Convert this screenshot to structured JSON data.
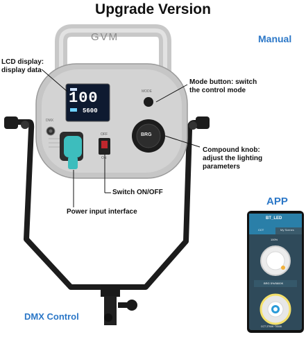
{
  "title": "Upgrade Version",
  "manual_label": "Manual",
  "app_label": "APP",
  "dmx_label": "DMX Control",
  "callouts": {
    "lcd": [
      "LCD display:",
      "display data"
    ],
    "mode": [
      "Mode button: switch",
      "the control mode"
    ],
    "knob": [
      "Compound knob:",
      "adjust the lighting",
      "parameters"
    ],
    "switch": "Switch ON/OFF",
    "power": "Power input interface"
  },
  "device": {
    "brand": "GVM",
    "lcd_brightness": "100",
    "lcd_temperature": "5600",
    "knob_label": "BRG",
    "mode_label": "MODE",
    "dmx_port_label": "DMX",
    "switch_off_label": "OFF",
    "switch_on_label": "ON"
  },
  "phone": {
    "title": "BT_LED",
    "tabs": [
      "CCT",
      "My Scenes"
    ],
    "dial1_label": "100%",
    "readout": "BRG 5%/5600K",
    "dial2_label": "CCT 2700K~7000K"
  },
  "colors": {
    "accent_blue": "#2b77c7",
    "phone_header": "#2a7fa8",
    "lcd_screen": "#0e1a30",
    "power_port": "#3dbdbd"
  }
}
